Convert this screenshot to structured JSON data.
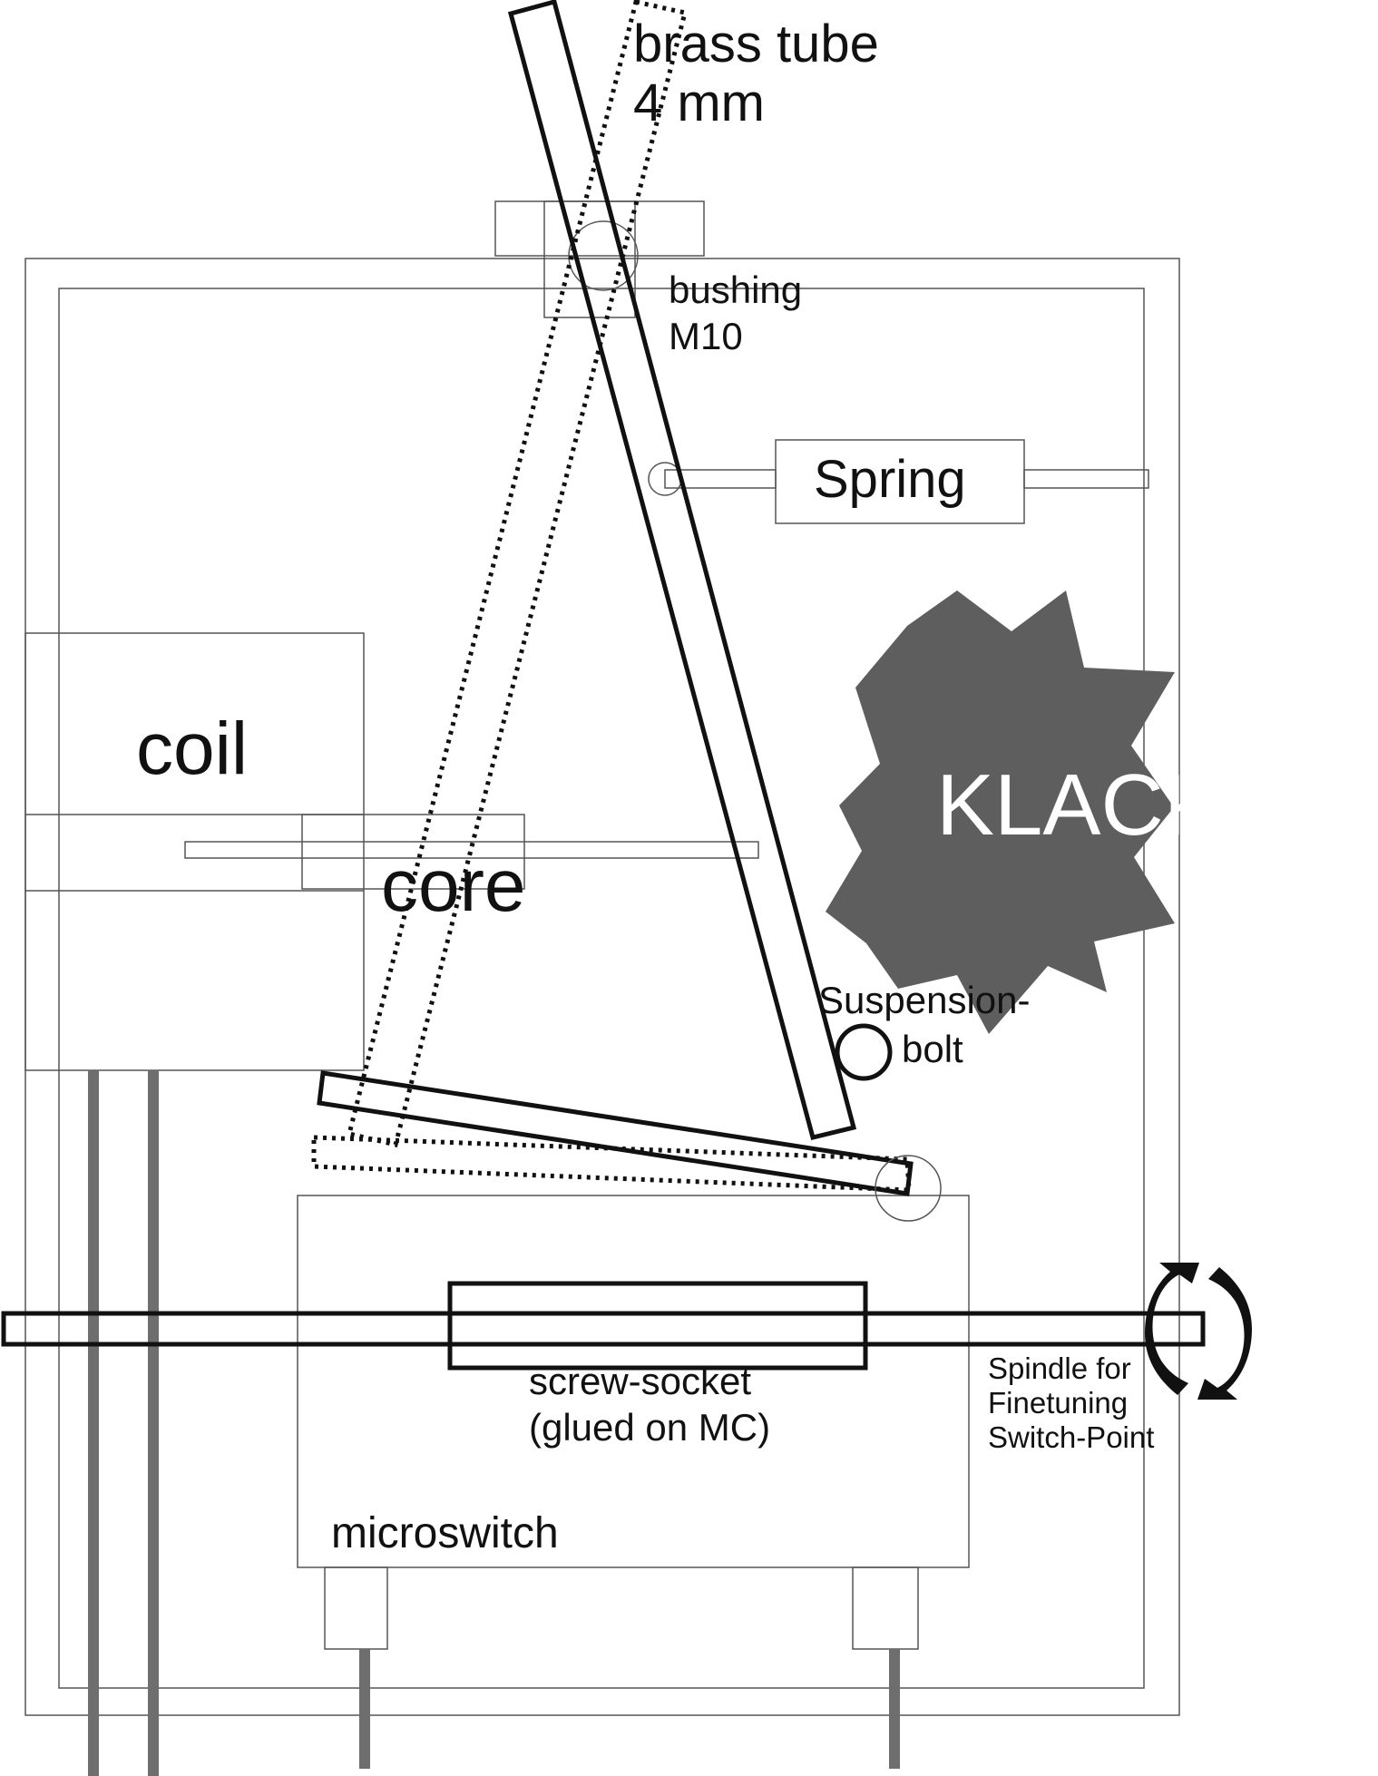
{
  "labels": {
    "brass_tube_line1": "brass tube",
    "brass_tube_line2": "4 mm",
    "bushing_line1": "bushing",
    "bushing_line2": "M10",
    "spring": "Spring",
    "coil": "coil",
    "core": "core",
    "klack": "KLACK!",
    "suspension_line1": "Suspension-",
    "suspension_line2": "bolt",
    "screw_socket_line1": "screw-socket",
    "screw_socket_line2": "(glued on MC)",
    "microswitch": "microswitch",
    "spindle_line1": "Spindle for",
    "spindle_line2": "Finetuning",
    "spindle_line3": "Switch-Point"
  },
  "colors": {
    "outline": "#111111",
    "thin_line": "#555555",
    "rod_gray": "#6e6e6e",
    "burst_fill": "#5e5e5e",
    "burst_text": "#ffffff",
    "background": "#ffffff"
  },
  "icons": {
    "rotate": "rotate-arrows-icon"
  }
}
